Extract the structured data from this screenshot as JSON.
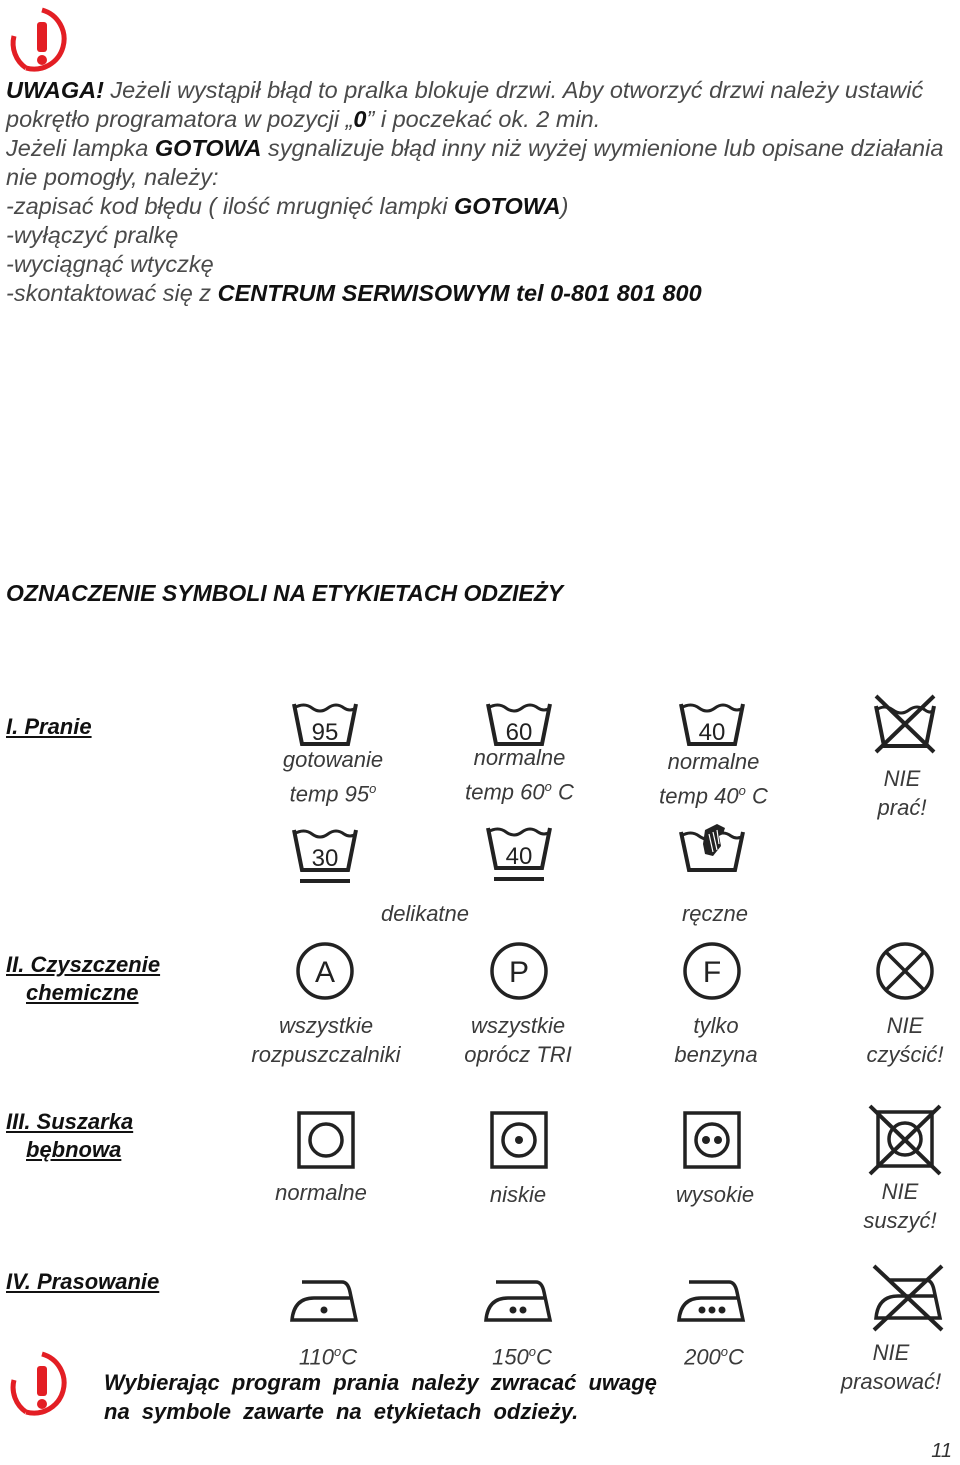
{
  "colors": {
    "warning_red": "#e31e24",
    "text": "#1a1a1a"
  },
  "warning": {
    "uwaga": "UWAGA!",
    "line1_rest": " Jeżeli wystąpił błąd to pralka blokuje drzwi. Aby otworzyć drzwi należy ustawić pokrętło programatora w pozycji „",
    "zero": "0",
    "line2_rest": "” i poczekać ok. 2 min.",
    "line3_a": "Jeżeli lampka ",
    "gotowa": "GOTOWA",
    "line3_b": " sygnalizuje błąd inny niż wyżej wymienione lub opisane działania nie pomogły, należy:",
    "step1_a": "-zapisać kod błędu (",
    "step1_b": " ilość mrugnięć lampki ",
    "step1_c": "GOTOWA",
    "step1_d": ")",
    "step2": "-wyłączyć pralkę",
    "step3": "-wyciągnąć wtyczkę",
    "step4_a": "-skontaktować się z ",
    "step4_b": "CENTRUM SERWISOWYM   tel 0-801 801 800"
  },
  "section_title": "OZNACZENIE SYMBOLI NA ETYKIETACH ODZIEŻY",
  "categories": {
    "pranie": "I. Pranie",
    "czyszczenie_1": "II. Czyszczenie",
    "czyszczenie_2": "chemiczne",
    "suszarka_1": "III. Suszarka",
    "suszarka_2": "bębnowa",
    "prasowanie": "IV. Prasowanie"
  },
  "wash": {
    "t95": "95",
    "t60": "60",
    "t40": "40",
    "t30": "30",
    "t40b": "40",
    "cap95_1": "gotowanie",
    "cap95_2": "temp 95",
    "cap60_1": "normalne",
    "cap60_2a": "temp 60",
    "cap60_2b": " C",
    "cap40_1": "normalne",
    "cap40_2a": "temp 40",
    "cap40_2b": " C",
    "deg": "o",
    "nie_1": "NIE",
    "nie_2": "prać!",
    "delikatne": "delikatne",
    "reczne": "ręczne"
  },
  "dry_clean": {
    "a": "A",
    "p": "P",
    "f": "F",
    "a_1": "wszystkie",
    "a_2": "rozpuszczalniki",
    "p_1": "wszystkie",
    "p_2": "oprócz TRI",
    "f_1": "tylko",
    "f_2": "benzyna",
    "nie_1": "NIE",
    "nie_2": "czyścić!"
  },
  "dryer": {
    "normal": "normalne",
    "low": "niskie",
    "high": "wysokie",
    "nie_1": "NIE",
    "nie_2": "suszyć!"
  },
  "iron": {
    "t110": "110",
    "t150": "150",
    "t200": "200",
    "unit": "C",
    "deg": "o",
    "nie_1": "NIE",
    "nie_2": "prasować!"
  },
  "note": {
    "line1": "Wybierając program prania należy zwracać uwagę",
    "line2": "na symbole zawarte na etykietach odzieży."
  },
  "page_number": "11"
}
